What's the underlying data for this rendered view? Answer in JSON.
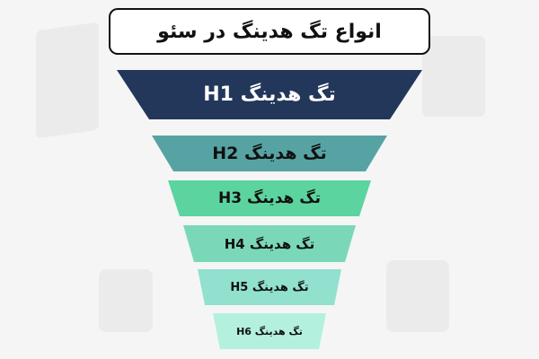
{
  "title": "انواع تگ هدینگ در سئو",
  "levels": [
    {
      "label": "تگ هدینگ H1",
      "color": "#22375a",
      "text_color": "#ffffff"
    },
    {
      "label": "تگ هدینگ H2",
      "color": "#57a3a4",
      "text_color": "#111111"
    },
    {
      "label": "تگ هدینگ H3",
      "color": "#5cd4a0",
      "text_color": "#111111"
    },
    {
      "label": "تگ هدینگ H4",
      "color": "#7ad8b9",
      "text_color": "#111111"
    },
    {
      "label": "تگ هدینگ H5",
      "color": "#91e1ce",
      "text_color": "#111111"
    },
    {
      "label": "تگ هدینگ H6",
      "color": "#b3f0dd",
      "text_color": "#111111"
    }
  ]
}
